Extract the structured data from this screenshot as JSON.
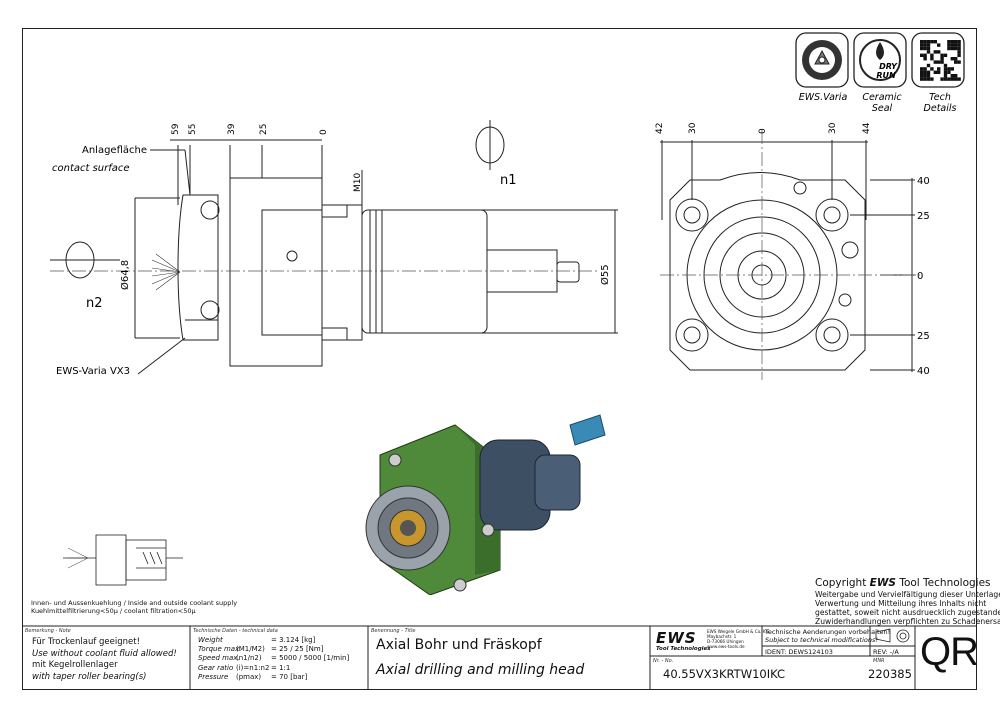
{
  "badges": [
    {
      "icon": "ews-varia-icon",
      "label": "EWS.Varia"
    },
    {
      "icon": "dry-run-icon",
      "label": "Ceramic Seal",
      "line1": "Ceramic",
      "line2": "Seal",
      "icon_text_1": "DRY",
      "icon_text_2": "RUN"
    },
    {
      "icon": "qr-code-icon",
      "label": "Tech Details",
      "line1": "Tech",
      "line2": "Details"
    }
  ],
  "side_view": {
    "dims_top": [
      "59",
      "55",
      "39",
      "25",
      "0"
    ],
    "m10": "M10",
    "d_left": "Ø64,8",
    "d_right": "Ø55",
    "contact_de": "Anlagefläche",
    "contact_en": "contact surface",
    "varia": "EWS-Varia VX3",
    "n1": "n1",
    "n2": "n2"
  },
  "front_view": {
    "dims_top": [
      "42",
      "30",
      "0",
      "30",
      "44"
    ],
    "dims_right": [
      "40",
      "25",
      "0",
      "25",
      "40"
    ]
  },
  "copyright": {
    "prefix": "Copyright ",
    "brand": "EWS",
    "suffix": " Tool Technologies",
    "lines": [
      "Weitergabe und Vervielfältigung dieser Unterlage,",
      "Verwertung und Mitteilung ihres Inhalts nicht",
      "gestattet, soweit nicht ausdruecklich zugestanden.",
      "Zuwiderhandlungen verpflichten zu Schadenersatz."
    ]
  },
  "coolant": {
    "line1": "Innen- und Aussenkuehlung / Inside and outside coolant supply",
    "line2": "Kuehlmittelfiltrierung<50μ / coolant filtration<50μ"
  },
  "title_block": {
    "note_header": "Bemerkung - Note",
    "note_lines": [
      "Für Trockenlauf geeignet!",
      "Use without coolant fluid allowed!",
      "mit Kegelrollenlager",
      "with taper roller bearing(s)"
    ],
    "tech_header": "Technische Daten - technical data",
    "tech_rows": [
      {
        "name": "Weight",
        "sym": "",
        "val": "= 3.124  [kg]"
      },
      {
        "name": "Torque max.",
        "sym": "(M1/M2)",
        "val": "= 25 / 25 [Nm]"
      },
      {
        "name": "Speed max.",
        "sym": "(n1/n2)",
        "val": "= 5000 / 5000 [1/min]"
      },
      {
        "name": "Gear ratio",
        "sym": "(i)=n1:n2",
        "val": "= 1:1"
      },
      {
        "name": "Pressure",
        "sym": "(pmax)",
        "val": "= 70 [bar]"
      }
    ],
    "title_header": "Benennung - Title",
    "title_de": "Axial Bohr und Fräskopf",
    "title_en": "Axial drilling and milling head",
    "logo": "EWS",
    "logo_sub": "Tool Technologies",
    "address": [
      "EWS Weigele GmbH & Co. KG",
      "Maybachstr. 1",
      "D-73066 Uhingen",
      "www.ews-tools.de"
    ],
    "change_de": "Technische Aenderungen vorbehalten!",
    "change_en": "Subject to technical modifications!",
    "ident_label": "IDENT:",
    "ident": "DEWS124103",
    "rev_label": "REV:",
    "rev": "-/A",
    "nr_label": "Nr. - No.",
    "part_no": "40.55VX3KRTW10IKC",
    "mnr_label": "MNR",
    "mnr": "220385",
    "qr": "QR"
  }
}
